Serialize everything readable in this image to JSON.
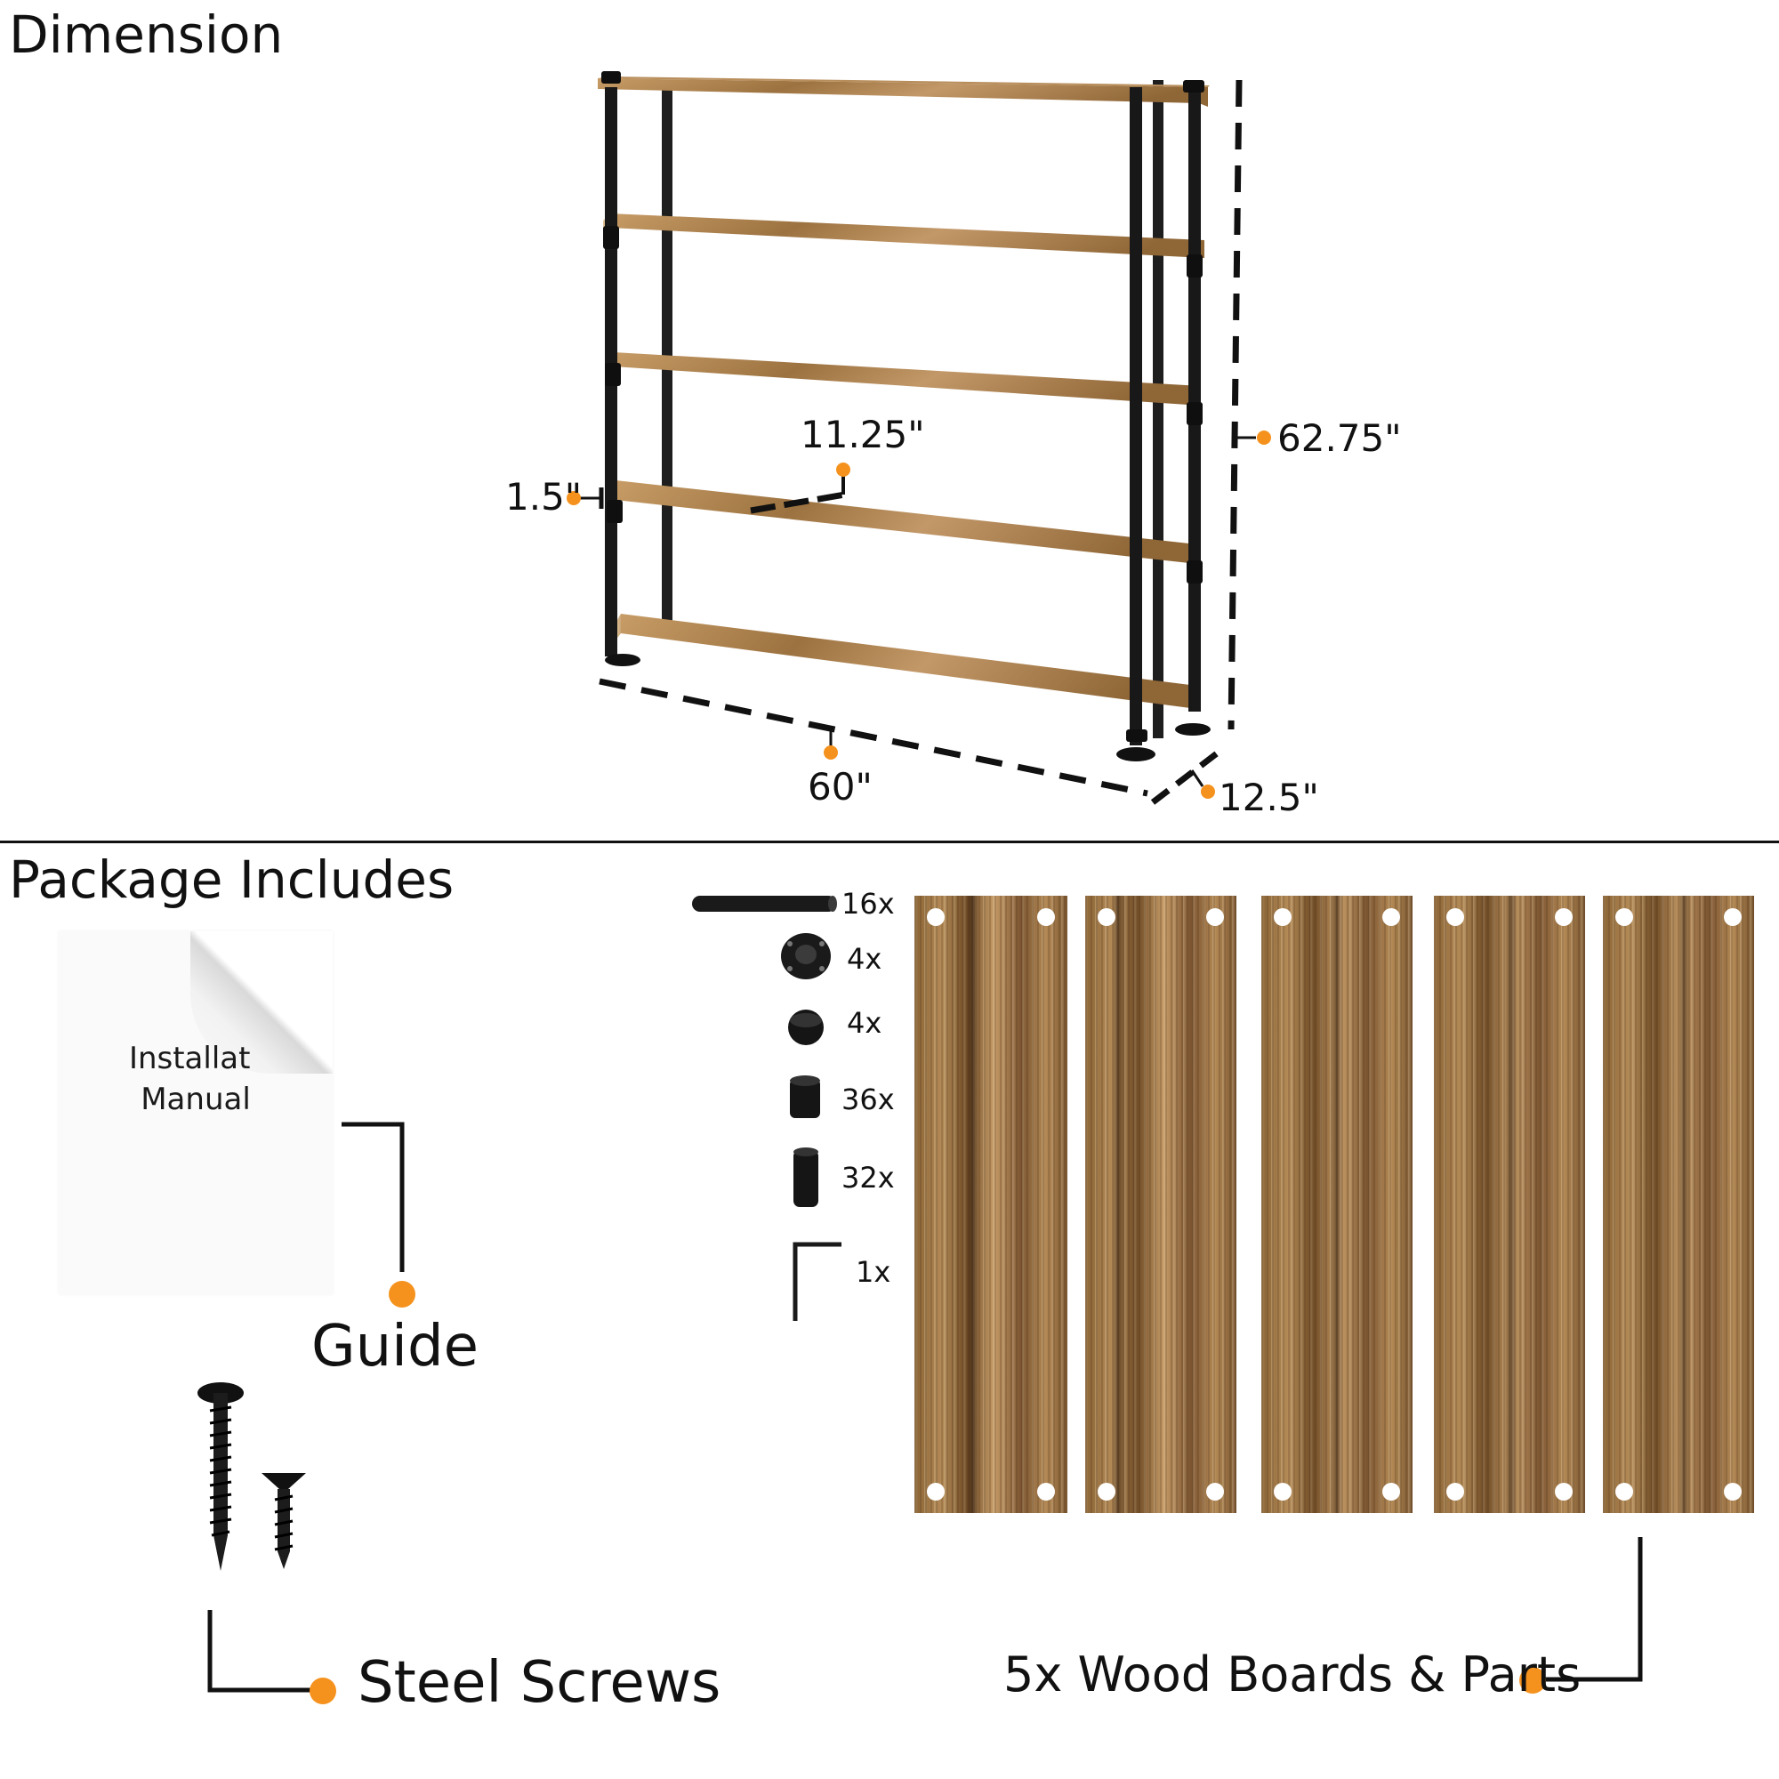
{
  "dimension": {
    "heading": "Dimension",
    "labels": {
      "width": "60\"",
      "depth": "12.5\"",
      "height": "62.75\"",
      "shelf_gap": "11.25\"",
      "thickness": "1.5\""
    }
  },
  "package": {
    "heading": "Package Includes",
    "manual_title": "Installat  \nManual",
    "guide_label": "Guide",
    "screws_label": "Steel Screws",
    "boards_label": "5x Wood Boards & Parts",
    "parts": [
      {
        "icon": "pipe-icon",
        "count": "16x"
      },
      {
        "icon": "floor-flange-icon",
        "count": "4x"
      },
      {
        "icon": "end-cap-icon",
        "count": "4x"
      },
      {
        "icon": "short-coupling-icon",
        "count": "36x"
      },
      {
        "icon": "long-coupling-icon",
        "count": "32x"
      },
      {
        "icon": "allen-key-icon",
        "count": "1x"
      }
    ]
  },
  "colors": {
    "accent": "#f5921e",
    "pipe": "#1c1c1c",
    "wood": "#a37a48"
  }
}
